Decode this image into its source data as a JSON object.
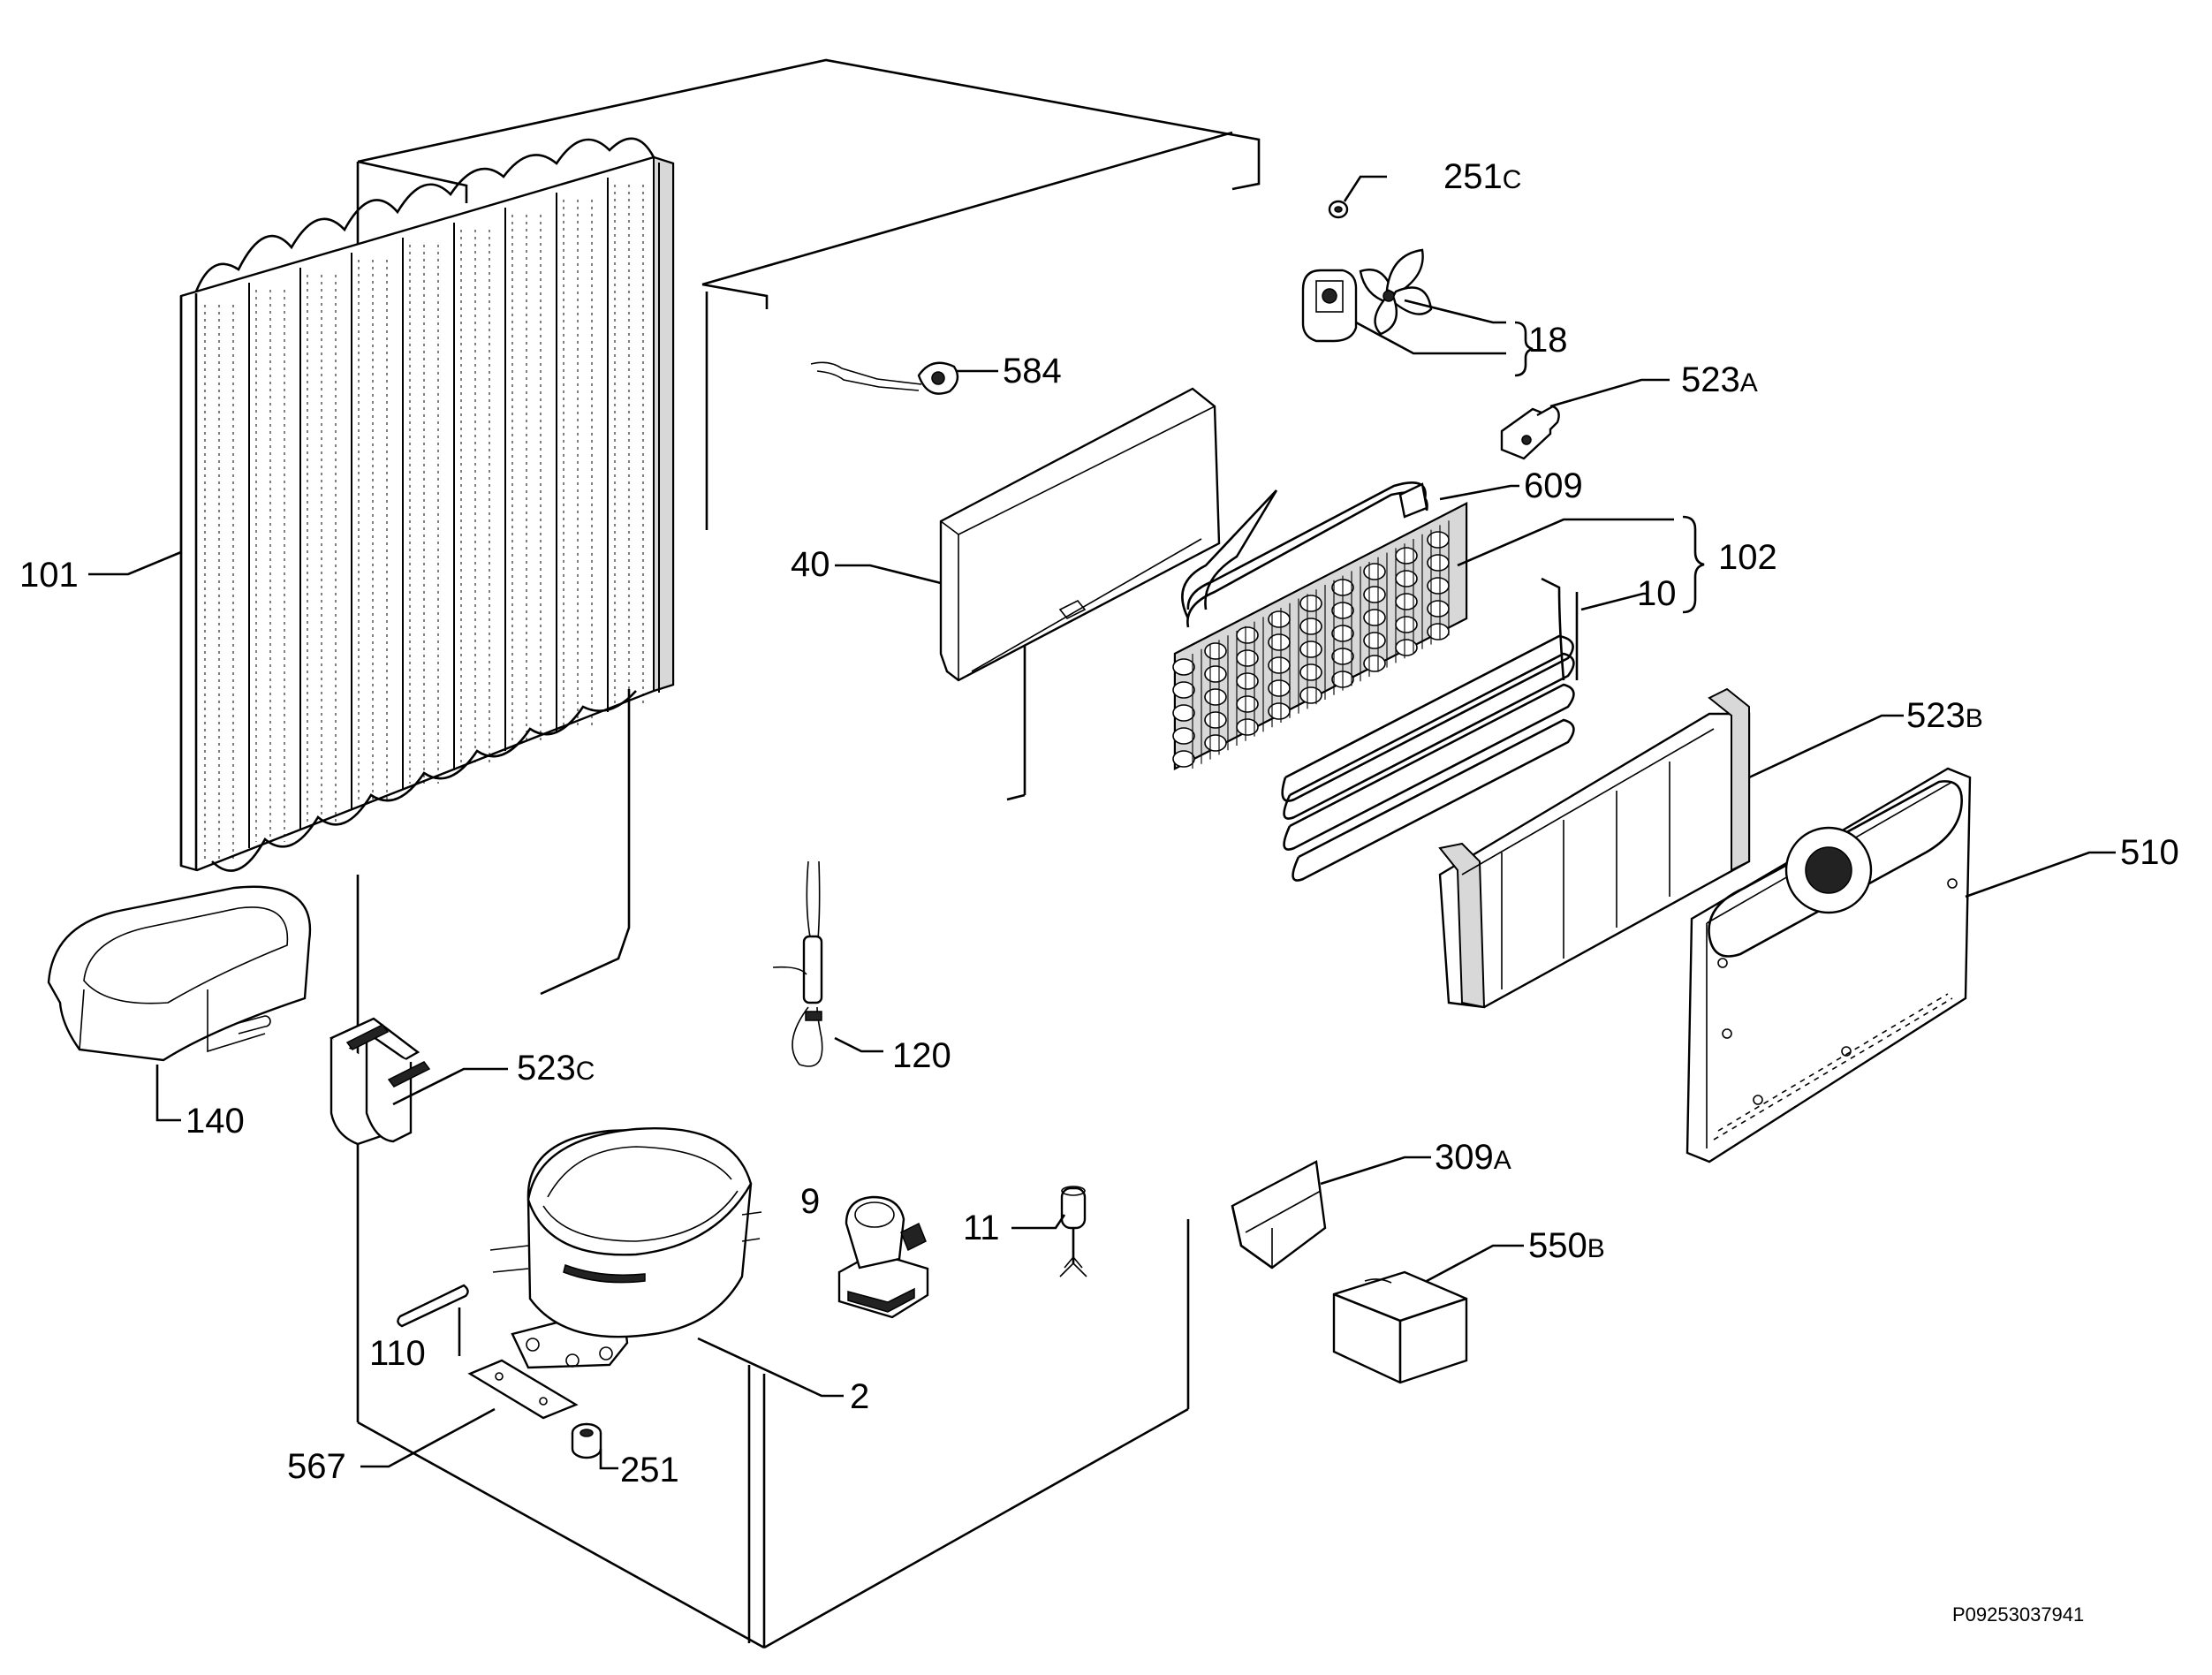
{
  "diagram": {
    "document_code": "P09253037941",
    "callouts": {
      "p101": "101",
      "p140": "140",
      "p523c": {
        "num": "523",
        "suffix": "C"
      },
      "p110": "110",
      "p567": "567",
      "p251": "251",
      "p2": "2",
      "p9": "9",
      "p11": "11",
      "p120": "120",
      "p584": "584",
      "p40": "40",
      "p251c": {
        "num": "251",
        "suffix": "C"
      },
      "p18": "18",
      "p523a": {
        "num": "523",
        "suffix": "A"
      },
      "p609": "609",
      "p102": "102",
      "p10": "10",
      "p523b": {
        "num": "523",
        "suffix": "B"
      },
      "p510": "510",
      "p309a": {
        "num": "309",
        "suffix": "A"
      },
      "p550b": {
        "num": "550",
        "suffix": "B"
      }
    }
  }
}
